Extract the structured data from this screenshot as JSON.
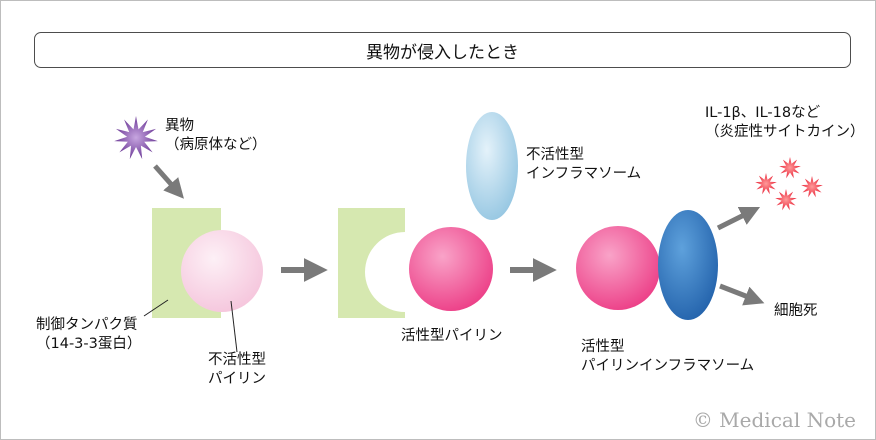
{
  "title": "異物が侵入したとき",
  "labels": {
    "foreign_body_line1": "異物",
    "foreign_body_line2": "（病原体など）",
    "regulatory_protein_line1": "制御タンパク質",
    "regulatory_protein_line2": "（14-3-3蛋白）",
    "inactive_pyrin_line1": "不活性型",
    "inactive_pyrin_line2": "パイリン",
    "inactive_inflammasome_line1": "不活性型",
    "inactive_inflammasome_line2": "インフラマソーム",
    "active_pyrin": "活性型パイリン",
    "active_inflammasome_line1": "活性型",
    "active_inflammasome_line2": "パイリンインフラマソーム",
    "cytokine_line1": "IL-1β、IL-18など",
    "cytokine_line2": "（炎症性サイトカイン）",
    "cell_death": "細胞死"
  },
  "watermark": "© Medical Note",
  "colors": {
    "regulatory_protein": "#d6e8b0",
    "inactive_pyrin": "#f9d4e6",
    "active_pyrin": "#f0428c",
    "inactive_inflammasome": "#a9d3ea",
    "active_inflammasome": "#2f6fb5",
    "foreign_body": "#6b3399",
    "cytokine": "#e8132a",
    "arrow": "#7a7a7a"
  },
  "icons": {
    "foreign_body": "starburst-icon",
    "cytokine": "burst-icon"
  }
}
